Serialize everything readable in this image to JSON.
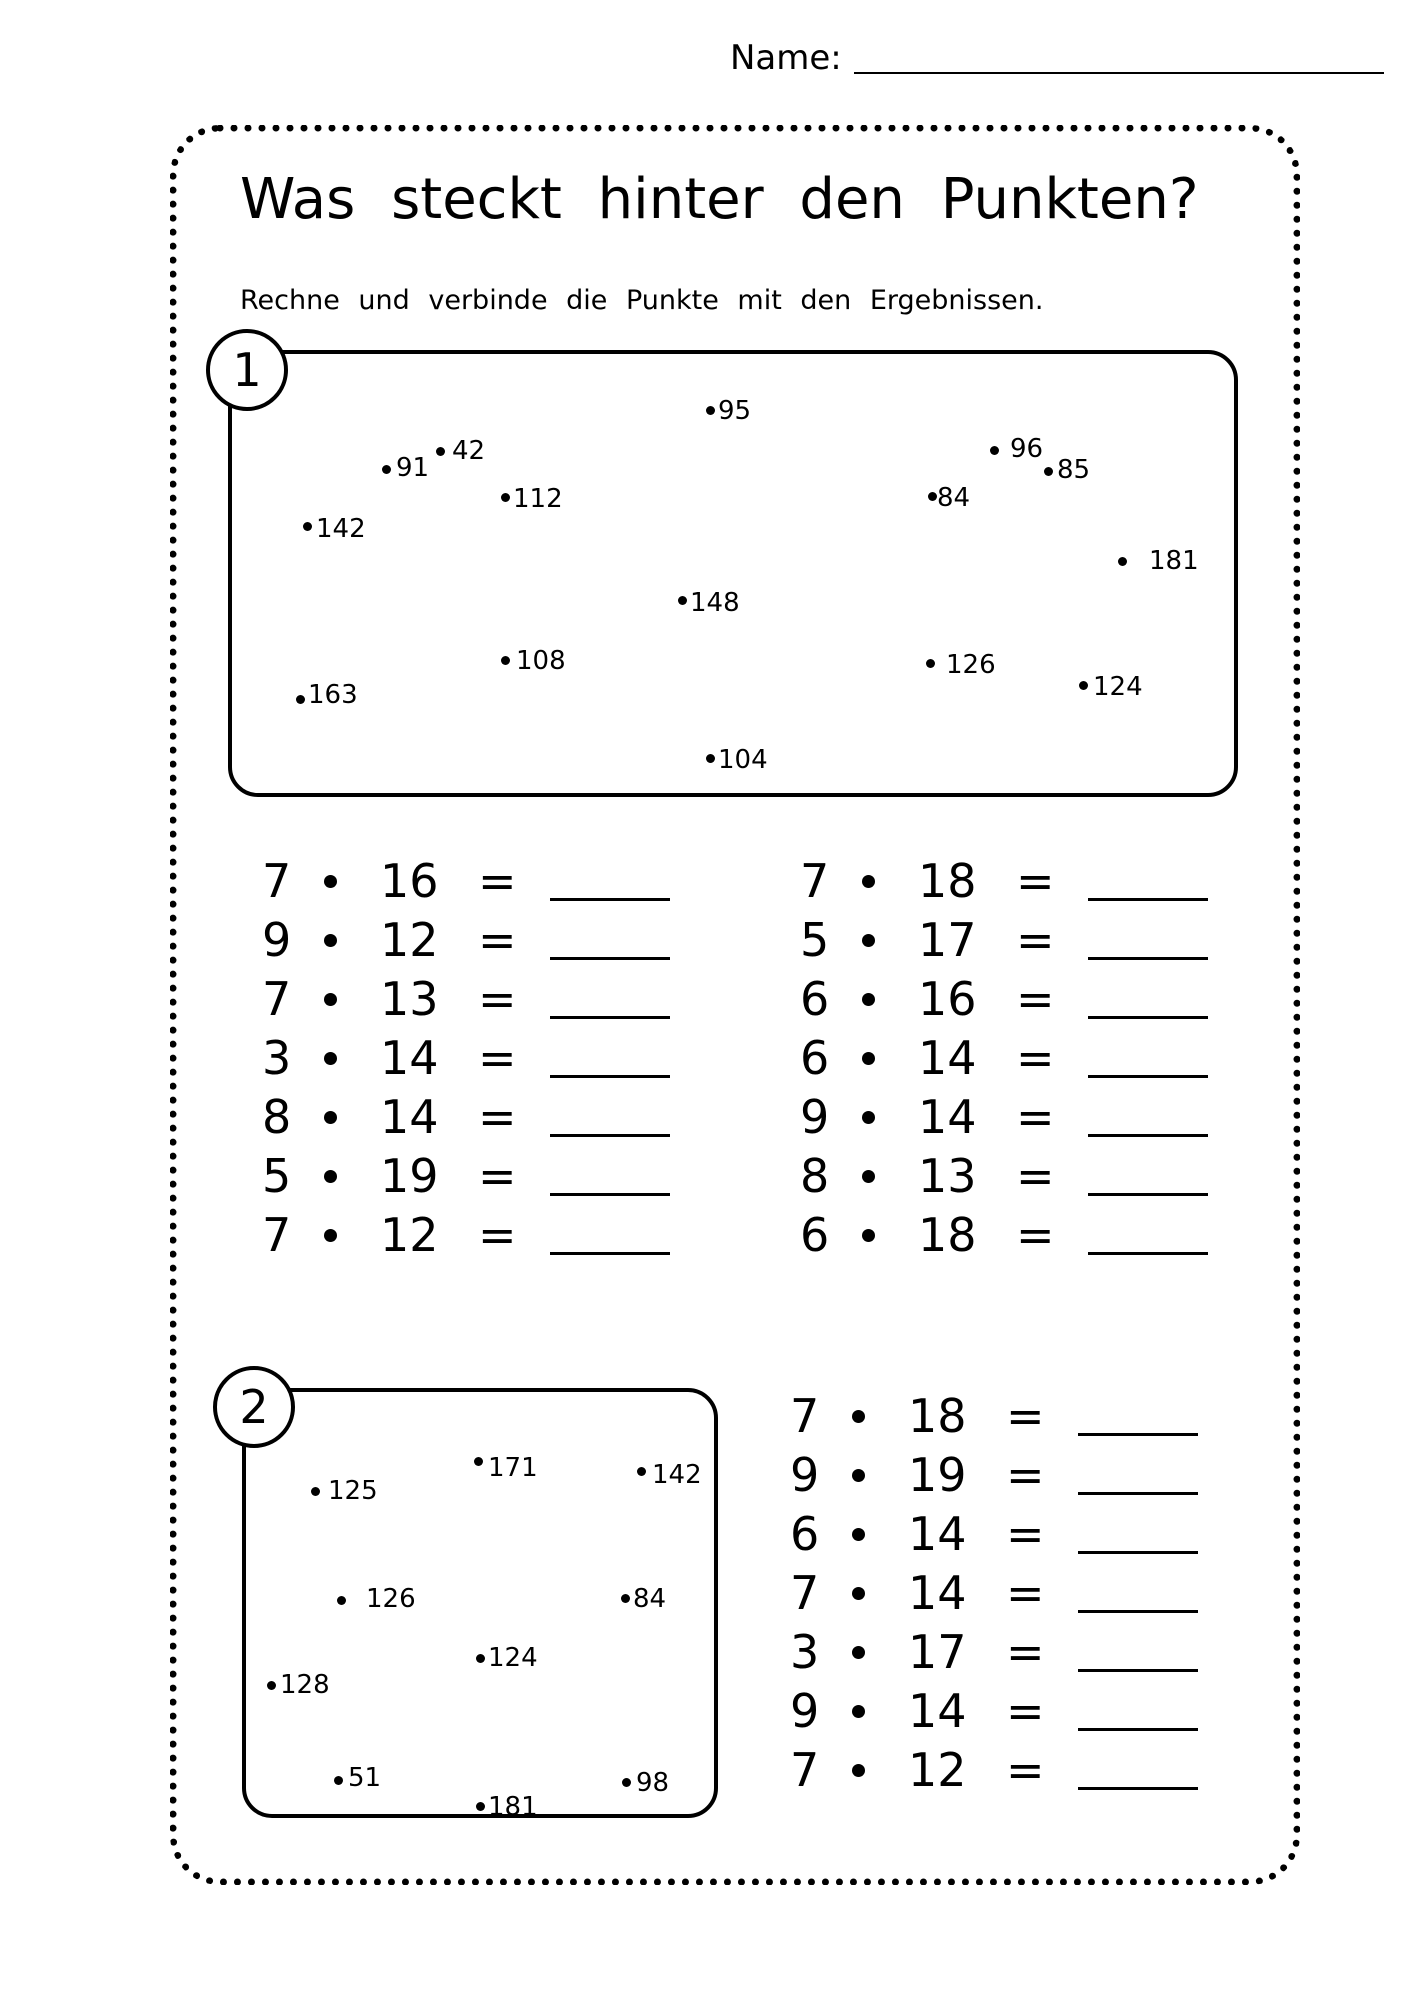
{
  "header": {
    "name_label": "Name:"
  },
  "title": "Was steckt hinter den Punkten?",
  "instruction": "Rechne und verbinde die Punkte mit den Ergebnissen.",
  "section1": {
    "number": "1",
    "dots": [
      "95",
      "91",
      "42",
      "96",
      "85",
      "112",
      "84",
      "142",
      "181",
      "148",
      "108",
      "126",
      "124",
      "163",
      "104"
    ],
    "equations_left": [
      {
        "a": "7",
        "b": "16"
      },
      {
        "a": "9",
        "b": "12"
      },
      {
        "a": "7",
        "b": "13"
      },
      {
        "a": "3",
        "b": "14"
      },
      {
        "a": "8",
        "b": "14"
      },
      {
        "a": "5",
        "b": "19"
      },
      {
        "a": "7",
        "b": "12"
      }
    ],
    "equations_right": [
      {
        "a": "7",
        "b": "18"
      },
      {
        "a": "5",
        "b": "17"
      },
      {
        "a": "6",
        "b": "16"
      },
      {
        "a": "6",
        "b": "14"
      },
      {
        "a": "9",
        "b": "14"
      },
      {
        "a": "8",
        "b": "13"
      },
      {
        "a": "6",
        "b": "18"
      }
    ]
  },
  "section2": {
    "number": "2",
    "dots": [
      "125",
      "171",
      "142",
      "126",
      "84",
      "124",
      "128",
      "51",
      "181",
      "98"
    ],
    "equations": [
      {
        "a": "7",
        "b": "18"
      },
      {
        "a": "9",
        "b": "19"
      },
      {
        "a": "6",
        "b": "14"
      },
      {
        "a": "7",
        "b": "14"
      },
      {
        "a": "3",
        "b": "17"
      },
      {
        "a": "9",
        "b": "14"
      },
      {
        "a": "7",
        "b": "12"
      }
    ]
  },
  "equals_sign": "="
}
